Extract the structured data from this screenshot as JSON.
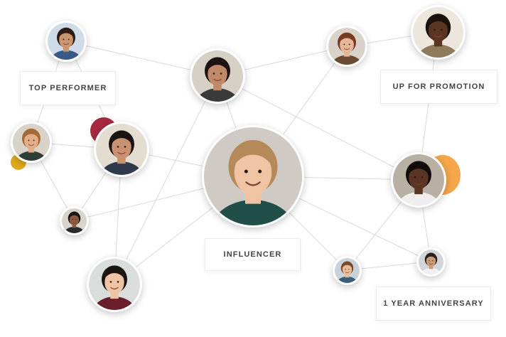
{
  "labels": {
    "top_performer": "TOP PERFORMER",
    "up_for_promotion": "UP FOR PROMOTION",
    "influencer": "INFLUENCER",
    "anniversary": "1 YEAR ANNIVERSARY"
  },
  "colors": {
    "edge": "#d9d9d9",
    "label_text": "#444444",
    "accent_crimson": "#a6283f",
    "accent_gold": "#e0a91b",
    "accent_orange": "#f5a54a"
  },
  "people": [
    {
      "id": "p1",
      "skin": "#c9946f",
      "hair": "#2b1d16",
      "shirt": "#3a5a86",
      "bg": "#cfdce8"
    },
    {
      "id": "p2",
      "skin": "#c08a68",
      "hair": "#1d1411",
      "shirt": "#3a3a3a",
      "bg": "#d6cfc6"
    },
    {
      "id": "p3",
      "skin": "#e6b796",
      "hair": "#7b3a22",
      "shirt": "#6b4a33",
      "bg": "#d9d2c9"
    },
    {
      "id": "p4",
      "skin": "#5a3524",
      "hair": "#1c120d",
      "shirt": "#8f7a5c",
      "bg": "#ece6dc"
    },
    {
      "id": "p5",
      "skin": "#e2ae8a",
      "hair": "#a46a3a",
      "shirt": "#2f3e36",
      "bg": "#d8d2c8"
    },
    {
      "id": "p6",
      "skin": "#c99170",
      "hair": "#1a1310",
      "shirt": "#2f3b4d",
      "bg": "#e5dcd1"
    },
    {
      "id": "p7",
      "skin": "#f0c4a2",
      "hair": "#b58a58",
      "shirt": "#1f4f48",
      "bg": "#cfcac3"
    },
    {
      "id": "p8",
      "skin": "#5a3424",
      "hair": "#120c0a",
      "shirt": "#eeeeee",
      "bg": "#b9b0a4"
    },
    {
      "id": "p9",
      "skin": "#8a5a3f",
      "hair": "#1a120e",
      "shirt": "#2a2a2a",
      "bg": "#d8d4cc"
    },
    {
      "id": "p10",
      "skin": "#efc3a3",
      "hair": "#1b1512",
      "shirt": "#6a1e2a",
      "bg": "#d9dedc"
    },
    {
      "id": "p11",
      "skin": "#e9bc98",
      "hair": "#7a4b2c",
      "shirt": "#3a5d7a",
      "bg": "#c9d2da"
    },
    {
      "id": "p12",
      "skin": "#c79a7a",
      "hair": "#2a1f1a",
      "shirt": "#f0f0f0",
      "bg": "#cfd5d8"
    }
  ]
}
